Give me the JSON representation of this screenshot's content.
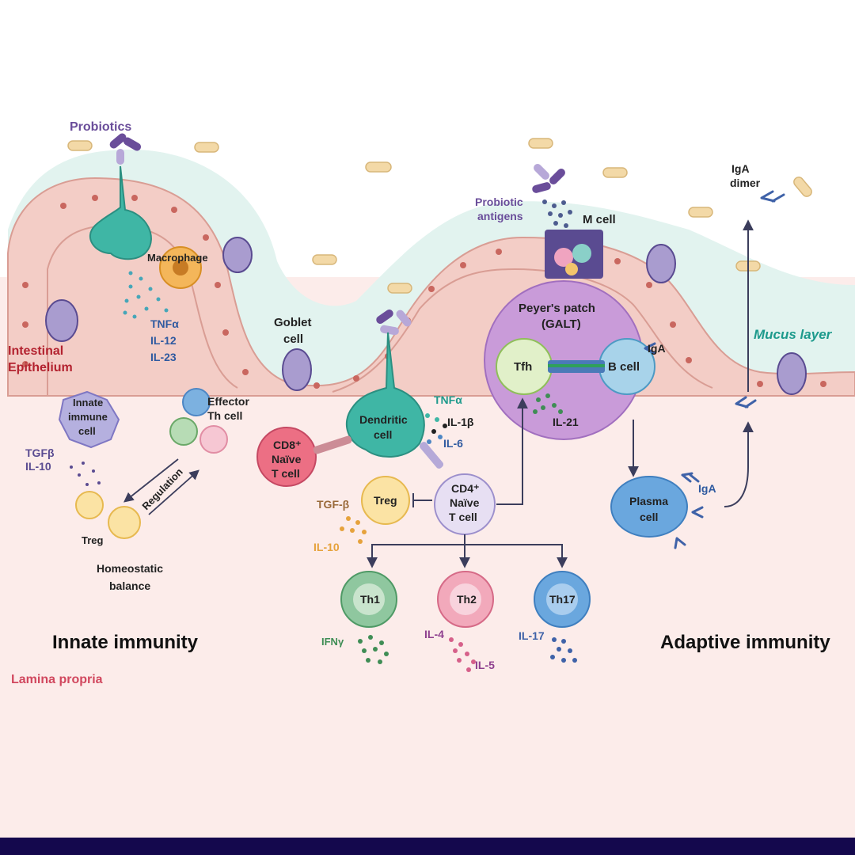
{
  "labels": {
    "probiotics": "Probiotics",
    "macrophage": "Macrophage",
    "tnfa_1": "TNFα",
    "il12": "IL-12",
    "il23": "IL-23",
    "intestinal_1": "Intestinal",
    "intestinal_2": "Epithelium",
    "innate_1": "Innate",
    "innate_2": "immune",
    "innate_3": "cell",
    "tgfb_1": "TGFβ",
    "il10_1": "IL-10",
    "effector_1": "Effector",
    "effector_2": "Th cell",
    "regulation": "Regulation",
    "treg_1": "Treg",
    "homeo_1": "Homeostatic",
    "homeo_2": "balance",
    "goblet_1": "Goblet",
    "goblet_2": "cell",
    "dendritic_1": "Dendritic",
    "dendritic_2": "cell",
    "tnfa_2": "TNFα",
    "il1b": "IL-1β",
    "il6": "IL-6",
    "cd8_1": "CD8⁺",
    "cd8_2": "Naïve",
    "cd8_3": "T cell",
    "cd4_1": "CD4⁺",
    "cd4_2": "Naïve",
    "cd4_3": "T cell",
    "treg_2": "Treg",
    "tgfb_2": "TGF-β",
    "il10_2": "IL-10",
    "th1": "Th1",
    "th2": "Th2",
    "th17": "Th17",
    "ifny": "IFNγ",
    "il4": "IL-4",
    "il5": "IL-5",
    "il17": "IL-17",
    "probiotic_ag_1": "Probiotic",
    "probiotic_ag_2": "antigens",
    "mcell": "M cell",
    "peyers_1": "Peyer's patch",
    "peyers_2": "(GALT)",
    "tfh": "Tfh",
    "bcell": "B cell",
    "iga_1": "IgA",
    "il21": "IL-21",
    "plasma_1": "Plasma",
    "plasma_2": "cell",
    "iga_2": "IgA",
    "iga_dimer_1": "IgA",
    "iga_dimer_2": "dimer",
    "mucus": "Mucus layer",
    "innate_immunity": "Innate immunity",
    "adaptive_immunity": "Adaptive immunity",
    "lamina": "Lamina propria"
  },
  "colors": {
    "lamina_bg": "#fcecea",
    "mucus": "#e2f3ef",
    "epithelium": "#f3cdc6",
    "epi_stroke": "#d99d94",
    "nucleus": "#c9675f",
    "red_label": "#b3222f",
    "teal_label": "#1d9a8c",
    "probiotic": "#6a4d9a",
    "bottom_bar": "#14084d"
  }
}
